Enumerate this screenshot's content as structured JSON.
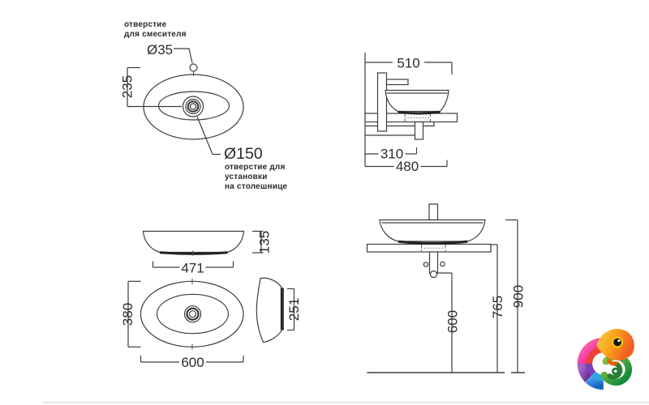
{
  "colors": {
    "line": "#3d3d3d",
    "text": "#2b2b2b",
    "dark_fill": "#222222",
    "divider": "#dcdcdc",
    "logo_orange": "#f7941d",
    "logo_pink": "#ec1c8d",
    "logo_purple": "#8e44ad",
    "logo_blue": "#1e88e5",
    "logo_green": "#43a047"
  },
  "top_view": {
    "mixer_hole_note": [
      "отверстие",
      "для смесителя"
    ],
    "mixer_hole_dia": "Ø35",
    "offset_dim": "235",
    "drain_hole_dia": "Ø150",
    "drain_hole_note": [
      "отверстие для",
      "установки",
      "на столешнице"
    ]
  },
  "side_install_view": {
    "top_depth_dim": "510",
    "drain_offset_dim": "310",
    "bottom_depth_dim": "480"
  },
  "front_view": {
    "height_dim": "135",
    "top_width_dim": "471"
  },
  "plan_view": {
    "depth_dim": "380",
    "width_dim": "600"
  },
  "profile_view": {
    "height_dim": "251"
  },
  "front_install_view": {
    "drain_height_dim": "600",
    "counter_height_dim": "765",
    "rim_height_dim": "900"
  }
}
